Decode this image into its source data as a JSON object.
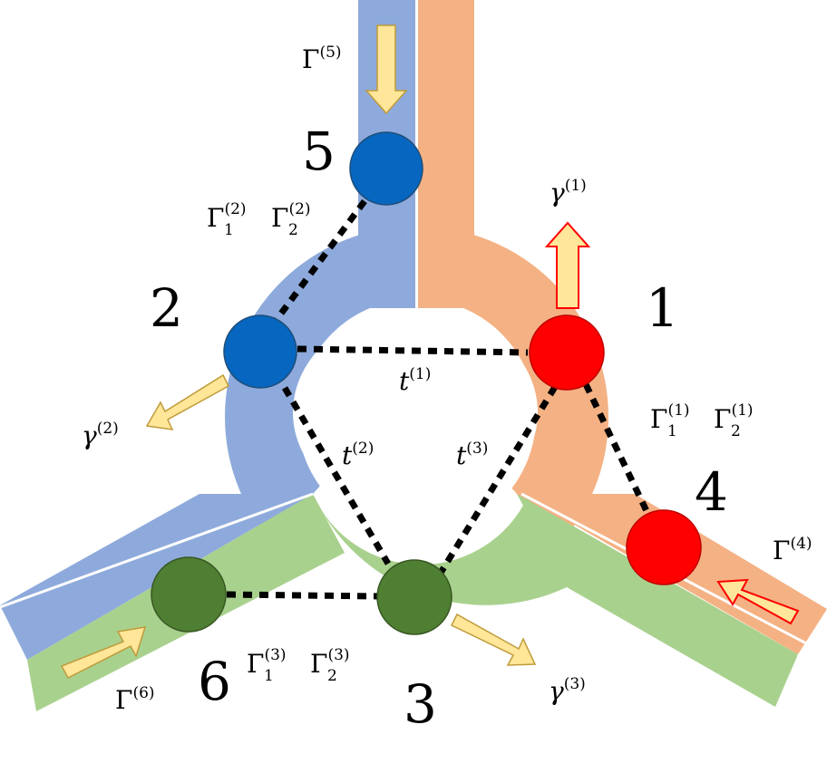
{
  "nodes": [
    {
      "id": "1",
      "label": "1",
      "color": "#ff0000"
    },
    {
      "id": "2",
      "label": "2",
      "color": "#0766bf"
    },
    {
      "id": "3",
      "label": "3",
      "color": "#4f7f32"
    },
    {
      "id": "4",
      "label": "4",
      "color": "#ff0000"
    },
    {
      "id": "5",
      "label": "5",
      "color": "#0766bf"
    },
    {
      "id": "6",
      "label": "6",
      "color": "#4f7f32"
    }
  ],
  "regions": {
    "blue": "#8eaadc",
    "orange": "#f4b183",
    "green": "#a9d18e",
    "arrow_fill": "#ffe699",
    "arrow_outline_red": "#ff0000"
  },
  "labels": {
    "t1": {
      "base": "t",
      "sup": "(1)"
    },
    "t2": {
      "base": "t",
      "sup": "(2)"
    },
    "t3": {
      "base": "t",
      "sup": "(3)"
    },
    "gamma1": {
      "base": "γ",
      "sup": "(1)"
    },
    "gamma2": {
      "base": "γ",
      "sup": "(2)"
    },
    "gamma3": {
      "base": "γ",
      "sup": "(3)"
    },
    "Gamma4": {
      "base": "Γ",
      "sup": "(4)"
    },
    "Gamma5": {
      "base": "Γ",
      "sup": "(5)"
    },
    "Gamma6": {
      "base": "Γ",
      "sup": "(6)"
    },
    "Gamma1_1": {
      "base": "Γ",
      "sub": "1",
      "sup": "(1)"
    },
    "Gamma2_1": {
      "base": "Γ",
      "sub": "2",
      "sup": "(1)"
    },
    "Gamma1_2": {
      "base": "Γ",
      "sub": "1",
      "sup": "(2)"
    },
    "Gamma2_2": {
      "base": "Γ",
      "sub": "2",
      "sup": "(2)"
    },
    "Gamma1_3": {
      "base": "Γ",
      "sub": "1",
      "sup": "(3)"
    },
    "Gamma2_3": {
      "base": "Γ",
      "sub": "2",
      "sup": "(3)"
    }
  }
}
